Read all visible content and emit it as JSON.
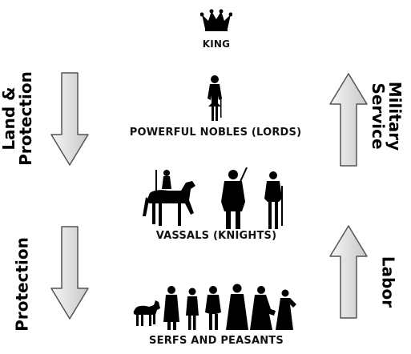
{
  "tiers": {
    "king": "KING",
    "nobles": "POWERFUL NOBLES (LORDS)",
    "vassals": "VASSALS (KNIGHTS)",
    "serfs": "SERFS AND PEASANTS"
  },
  "left": {
    "upper_line1": "Land &",
    "upper_line2": "Protection",
    "lower": "Protection"
  },
  "right": {
    "upper_line1": "Military",
    "upper_line2": "Service",
    "lower": "Labor"
  },
  "icons": {
    "crown": "crown-icon",
    "noble": "noble-silhouette-icon",
    "knight_horse": "mounted-knight-icon",
    "knight_shield": "knight-with-sword-icon",
    "knight_standing": "standing-knight-icon",
    "horse": "horse-icon",
    "peasants": "peasant-figures-icon",
    "arrow_down": "arrow-down-icon",
    "arrow_up": "arrow-up-icon"
  },
  "colors": {
    "arrow_fill_light": "#f5f5f5",
    "arrow_fill_dark": "#c8c8c8",
    "arrow_stroke": "#555555",
    "silhouette": "#000000"
  }
}
